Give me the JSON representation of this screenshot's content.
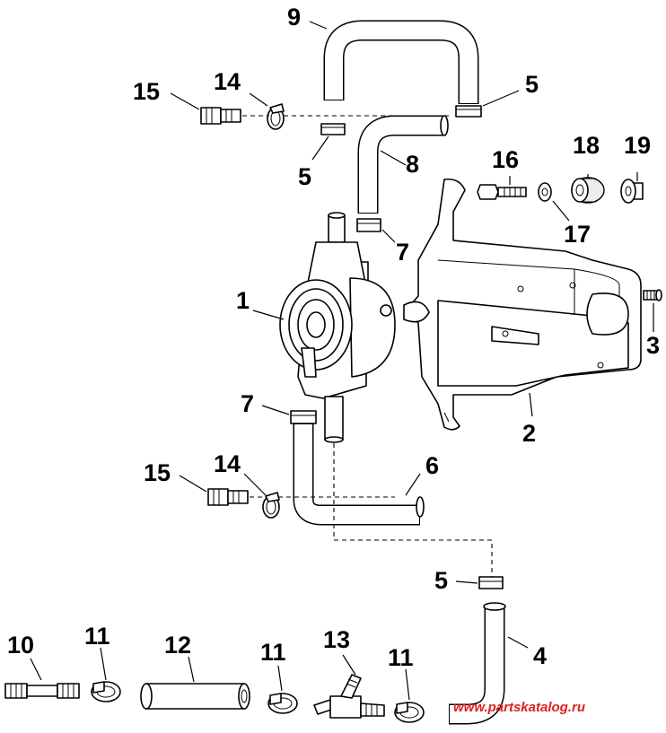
{
  "diagram": {
    "callouts": {
      "c1": "1",
      "c2": "2",
      "c3": "3",
      "c4": "4",
      "c5a": "5",
      "c5b": "5",
      "c5c": "5",
      "c6": "6",
      "c7a": "7",
      "c7b": "7",
      "c8": "8",
      "c9": "9",
      "c10": "10",
      "c11a": "11",
      "c11b": "11",
      "c11c": "11",
      "c12": "12",
      "c13": "13",
      "c14a": "14",
      "c14b": "14",
      "c15a": "15",
      "c15b": "15",
      "c16": "16",
      "c17": "17",
      "c18": "18",
      "c19": "19"
    },
    "watermark": "www.partskatalog.ru"
  }
}
